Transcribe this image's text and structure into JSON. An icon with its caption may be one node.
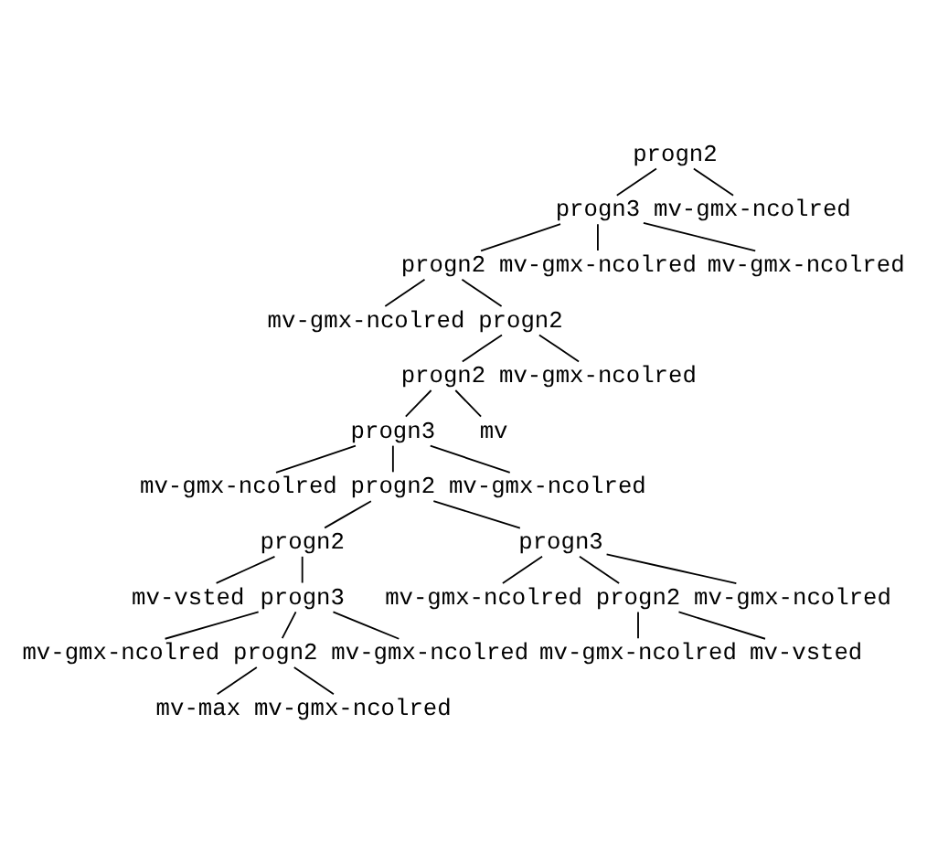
{
  "diagram": {
    "nodes": [
      {
        "text": [
          "progn2"
        ]
      },
      {
        "text": [
          "progn3"
        ]
      },
      {
        "text": [
          "mv-gmx-ncolred"
        ]
      },
      {
        "text": [
          "progn2"
        ]
      },
      {
        "text": [
          "mv-gmx-ncolred"
        ]
      },
      {
        "text": [
          "mv-gmx-ncolred"
        ]
      },
      {
        "text": [
          "mv-gmx-ncolred"
        ]
      },
      {
        "text": [
          "progn2"
        ]
      },
      {
        "text": [
          "mv-gmx-ncolred"
        ]
      },
      {
        "text": [
          "progn2"
        ]
      },
      {
        "text": [
          "progn3"
        ]
      },
      {
        "text": [
          "mv"
        ]
      },
      {
        "text": [
          "mv-gmx-ncolred"
        ]
      },
      {
        "text": [
          "mv-gmx-ncolred"
        ]
      },
      {
        "text": [
          "progn2"
        ]
      },
      {
        "text": [
          "progn2"
        ]
      },
      {
        "text": [
          "progn3"
        ]
      },
      {
        "text": [
          "mv-gmx-ncolred"
        ]
      },
      {
        "text": [
          "mv-vsted"
        ]
      },
      {
        "text": [
          "mv-gmx-ncolred"
        ]
      },
      {
        "text": [
          "progn3"
        ]
      },
      {
        "text": [
          "progn2"
        ]
      },
      {
        "text": [
          "mv-gmx-ncolred"
        ]
      },
      {
        "text": [
          "mv-gmx-ncolred"
        ]
      },
      {
        "text": [
          "mv-vsted"
        ]
      },
      {
        "text": [
          "mv-gmx-ncolred"
        ]
      },
      {
        "text": [
          "progn2"
        ]
      },
      {
        "text": [
          "mv-max"
        ]
      },
      {
        "text": [
          "mv-gmx-ncolred"
        ]
      }
    ],
    "edges": [
      {
        "from": 0,
        "to": 1,
        "arrow": "none"
      },
      {
        "from": 0,
        "to": 2,
        "arrow": "none"
      },
      {
        "from": 1,
        "to": 3,
        "arrow": "none"
      },
      {
        "from": 1,
        "to": 5,
        "arrow": "none"
      },
      {
        "from": 1,
        "to": 4,
        "arrow": "none"
      },
      {
        "from": 3,
        "to": 6,
        "arrow": "none"
      },
      {
        "from": 3,
        "to": 7,
        "arrow": "none"
      },
      {
        "from": 7,
        "to": 9,
        "arrow": "none"
      },
      {
        "from": 7,
        "to": 8,
        "arrow": "none"
      },
      {
        "from": 9,
        "to": 10,
        "arrow": "none"
      },
      {
        "from": 9,
        "to": 11,
        "arrow": "none"
      },
      {
        "from": 10,
        "to": 12,
        "arrow": "none"
      },
      {
        "from": 10,
        "to": 14,
        "arrow": "none"
      },
      {
        "from": 10,
        "to": 13,
        "arrow": "none"
      },
      {
        "from": 14,
        "to": 15,
        "arrow": "none"
      },
      {
        "from": 14,
        "to": 16,
        "arrow": "none"
      },
      {
        "from": 15,
        "to": 18,
        "arrow": "none"
      },
      {
        "from": 15,
        "to": 20,
        "arrow": "none"
      },
      {
        "from": 16,
        "to": 19,
        "arrow": "none"
      },
      {
        "from": 16,
        "to": 21,
        "arrow": "none"
      },
      {
        "from": 16,
        "to": 17,
        "arrow": "none"
      },
      {
        "from": 20,
        "to": 22,
        "arrow": "none"
      },
      {
        "from": 20,
        "to": 26,
        "arrow": "none"
      },
      {
        "from": 20,
        "to": 23,
        "arrow": "none"
      },
      {
        "from": 21,
        "to": 25,
        "arrow": "none"
      },
      {
        "from": 21,
        "to": 24,
        "arrow": "none"
      },
      {
        "from": 26,
        "to": 27,
        "arrow": "none"
      },
      {
        "from": 26,
        "to": 28,
        "arrow": "none"
      }
    ]
  }
}
